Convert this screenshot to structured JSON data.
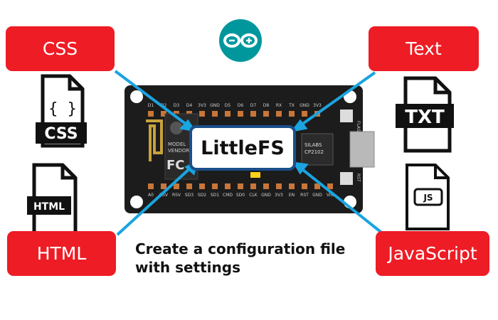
{
  "labels": {
    "css": "CSS",
    "text": "Text",
    "html": "HTML",
    "javascript": "JavaScript"
  },
  "center": {
    "label": "LittleFS"
  },
  "caption": {
    "line1": "Create a configuration file",
    "line2": "with settings"
  },
  "icons": {
    "css_file": {
      "name": "css-file-icon",
      "text_top": "{ }",
      "text_bottom": "CSS"
    },
    "txt_file": {
      "name": "txt-file-icon",
      "text": "TXT"
    },
    "html_file": {
      "name": "html-file-icon",
      "text": "HTML"
    },
    "js_file": {
      "name": "js-file-icon",
      "text": "JS"
    },
    "logo": {
      "name": "arduino-logo-icon"
    }
  },
  "board": {
    "top_pins": [
      "D1",
      "D2",
      "D3",
      "D4",
      "3V3",
      "GND",
      "D5",
      "D6",
      "D7",
      "D8",
      "RX",
      "TX",
      "GND",
      "3V3"
    ],
    "bottom_pins": [
      "A0",
      "RSV",
      "RSV",
      "SD3",
      "SD2",
      "SD1",
      "CMD",
      "SD0",
      "CLK",
      "GND",
      "3V3",
      "EN",
      "RST",
      "GND",
      "VIN"
    ],
    "chip_line1": "SILABS",
    "chip_line2": "CP2102",
    "model_line1": "MODEL",
    "model_line2": "VENDOR",
    "flash_label": "FLASH",
    "rst_label": "RST"
  },
  "colors": {
    "tag_red": "#ee1c25",
    "arrow_blue": "#1aa4e0",
    "board_black": "#1c1c1c",
    "arduino_teal": "#00979c"
  }
}
